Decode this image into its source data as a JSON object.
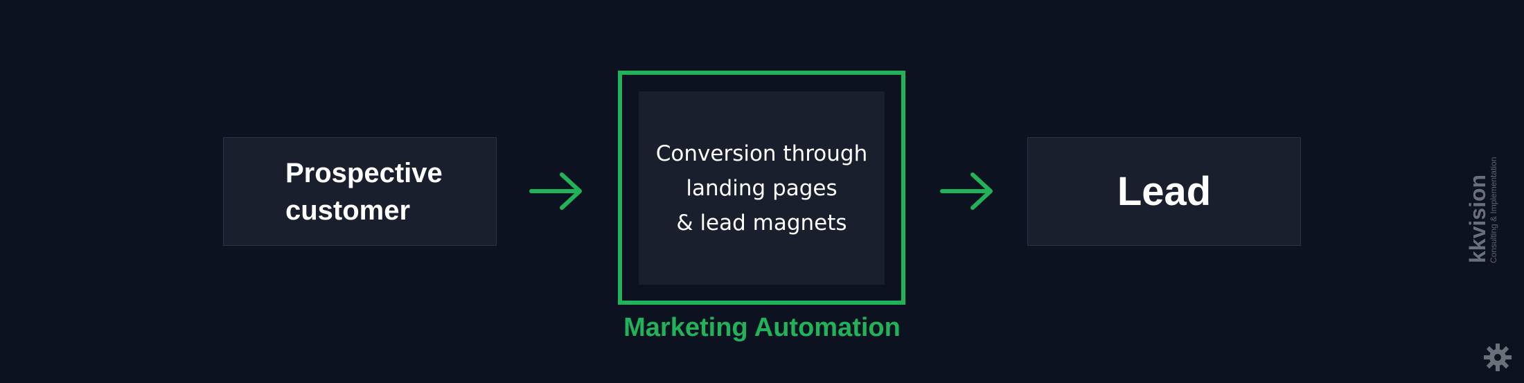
{
  "diagram": {
    "left_box": {
      "lines": [
        "Prospective",
        "customer"
      ]
    },
    "center_box": {
      "lines": [
        "Conversion through",
        "landing pages",
        "& lead magnets"
      ]
    },
    "center_caption": "Marketing Automation",
    "right_box": {
      "label": "Lead"
    },
    "arrows": [
      "arrow-right-icon",
      "arrow-right-icon"
    ]
  },
  "watermark": {
    "brand": "kkvision",
    "tagline": "Consulting & Implementation",
    "icon": "gear-icon"
  },
  "colors": {
    "background": "#0c1220",
    "box_fill": "#1a1f2e",
    "accent_green": "#22b35a",
    "text": "#ffffff",
    "watermark": "#6a6f7a"
  }
}
